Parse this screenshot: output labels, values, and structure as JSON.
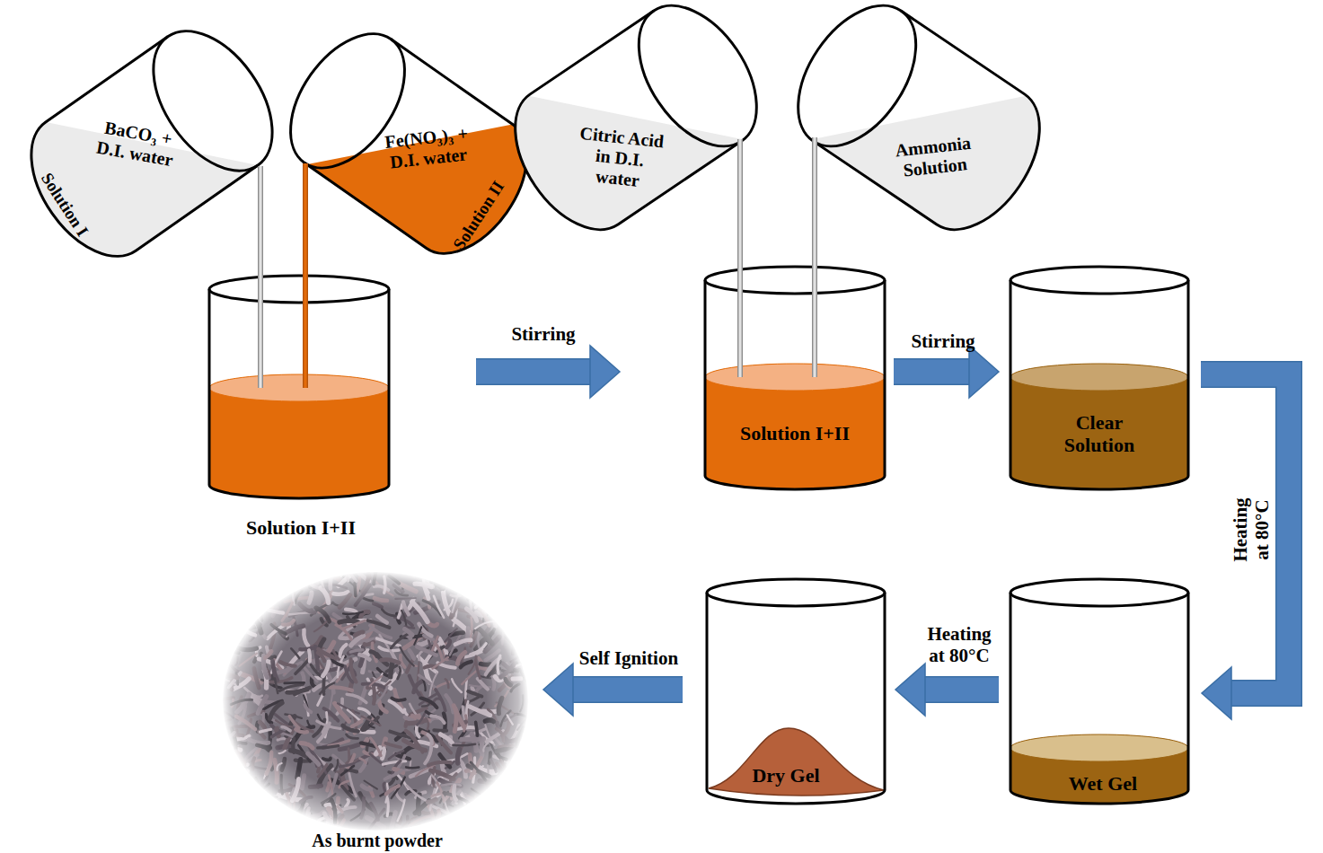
{
  "diagram": {
    "nodes": [
      {
        "text": [
          "BaCO₃ + D.I. water",
          "Solution I"
        ]
      },
      {
        "text": [
          "Fe(NO₃)₃ + D.I. water",
          "Solution II"
        ]
      },
      {
        "text": [
          "Solution I+II"
        ]
      },
      {
        "text": [
          "Citric Acid in D.I. water"
        ]
      },
      {
        "text": [
          "Ammonia Solution"
        ]
      },
      {
        "text": [
          "Solution I+II"
        ]
      },
      {
        "text": [
          "Clear Solution"
        ]
      },
      {
        "text": [
          "Wet Gel"
        ]
      },
      {
        "text": [
          "Dry Gel"
        ]
      },
      {
        "text": [
          "As burnt powder"
        ]
      }
    ],
    "edges": [
      {
        "from": 0,
        "to": 2,
        "arrow": "none"
      },
      {
        "from": 1,
        "to": 2,
        "arrow": "none"
      },
      {
        "from": 3,
        "to": 5,
        "arrow": "none"
      },
      {
        "from": 4,
        "to": 5,
        "arrow": "none"
      },
      {
        "from": 2,
        "to": 5,
        "label": "Stirring",
        "arrow": "to"
      },
      {
        "from": 5,
        "to": 6,
        "label": "Stirring",
        "arrow": "to"
      },
      {
        "from": 6,
        "to": 7,
        "label": "Heating at 80°C",
        "arrow": "to"
      },
      {
        "from": 7,
        "to": 8,
        "label": "Heating at 80°C",
        "arrow": "to"
      },
      {
        "from": 8,
        "to": 9,
        "label": "Self Ignition",
        "arrow": "to"
      }
    ]
  }
}
